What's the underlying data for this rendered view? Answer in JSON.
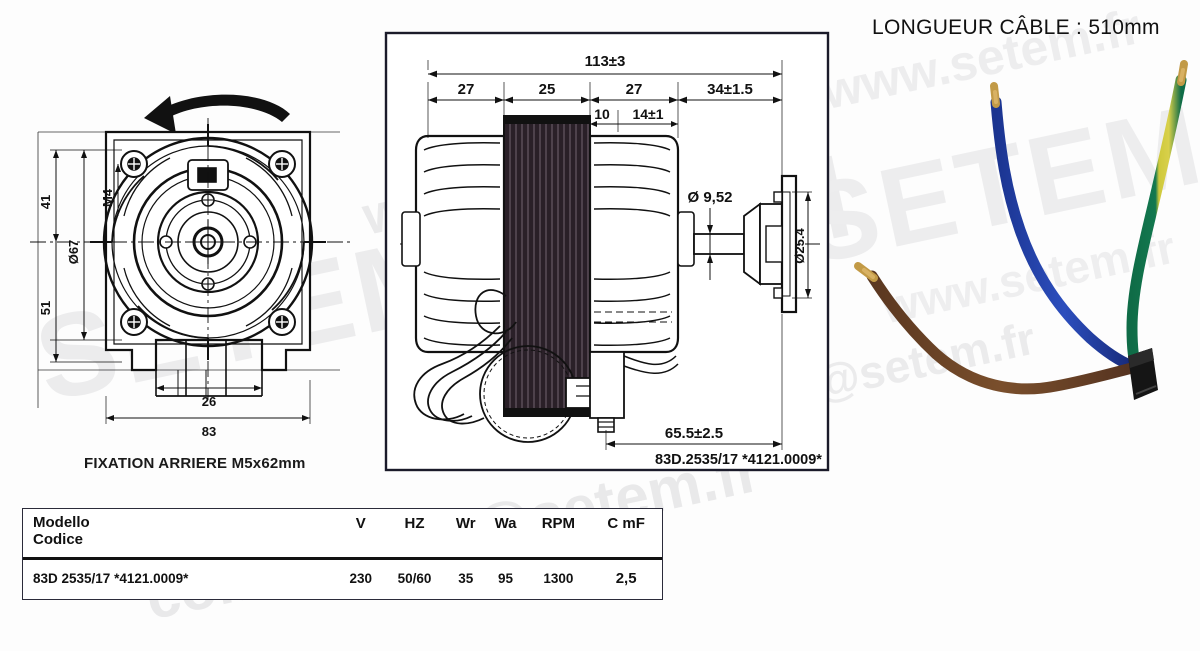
{
  "page": {
    "background": "#fdfdfd",
    "ink": "#111111"
  },
  "watermarks": {
    "brand": "SETEM",
    "site": "www.setem.fr",
    "email": "commercial@setem.fr",
    "color": "#ececed"
  },
  "cable_note": {
    "label": "LONGUEUR CÂBLE : 510mm"
  },
  "rear_view": {
    "caption": "FIXATION ARRIERE M5x62mm",
    "rotation_arrow": "counterclockwise-arrow",
    "dimensions": {
      "height_top": "41",
      "bore": "Ø67",
      "height_bottom": "51",
      "thread": "M4",
      "width_inner": "26",
      "width_outer": "83"
    }
  },
  "side_view": {
    "frame": true,
    "model_code": "83D.2535/17  *4121.0009*",
    "dimensions": {
      "overall": "113±3",
      "seg1": "27",
      "seg2": "25",
      "seg3": "27",
      "seg4": "34±1.5",
      "sub1": "10",
      "sub2": "14±1",
      "shaft_dia": "Ø 9,52",
      "flange_dia": "Ø25.4",
      "mount": "65.5±2.5"
    }
  },
  "cable_photo": {
    "wires": [
      {
        "name": "blue-wire",
        "color": "#2340a8",
        "tip": "#c89a3c"
      },
      {
        "name": "green-yellow-wire",
        "color": "#10724a",
        "stripe": "#d8cf3a",
        "tip": "#c89a3c"
      },
      {
        "name": "brown-wire",
        "color": "#6d4526",
        "tip": "#c89a3c"
      }
    ],
    "connector_color": "#1a1a1a"
  },
  "spec_table": {
    "headers": [
      "Modello\nCodice",
      "V",
      "HZ",
      "Wr",
      "Wa",
      "RPM",
      "C mF"
    ],
    "header_model_line1": "Modello",
    "header_model_line2": "Codice",
    "header_v": "V",
    "header_hz": "HZ",
    "header_wr": "Wr",
    "header_wa": "Wa",
    "header_rpm": "RPM",
    "header_cmf": "C mF",
    "rows": [
      {
        "model": "83D 2535/17 *4121.0009*",
        "v": "230",
        "hz": "50/60",
        "wr": "35",
        "wa": "95",
        "rpm": "1300",
        "cmf": "2,5"
      }
    ]
  }
}
